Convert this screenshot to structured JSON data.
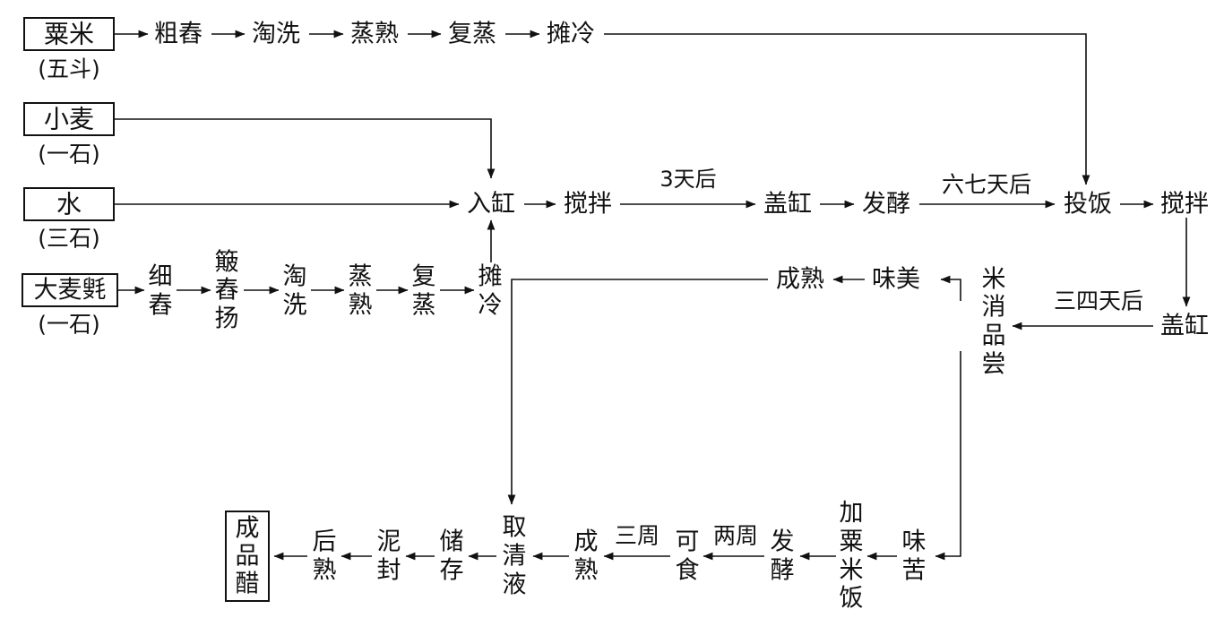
{
  "colors": {
    "ink": "#111111",
    "background": "#ffffff"
  },
  "nodes": {
    "millet": "粟米",
    "millet_qty": "(五斗)",
    "wheat": "小麦",
    "wheat_qty": "(一石)",
    "water": "水",
    "water_qty": "(三石)",
    "barley": "大麦㲣",
    "barley_qty": "(一石)",
    "m_pound": "粗舂",
    "m_wash": "淘洗",
    "m_steam": "蒸熟",
    "m_resteam": "复蒸",
    "m_cool": "摊冷",
    "b_fine": "细舂",
    "b_sift": "簸舂扬",
    "b_wash": "淘洗",
    "b_steam": "蒸熟",
    "b_resteam": "复蒸",
    "b_cool": "摊冷",
    "into_vat": "入缸",
    "stir1": "搅拌",
    "cover1": "盖缸",
    "ferment1": "发酵",
    "add_rice": "投饭",
    "stir2": "搅拌",
    "cover2": "盖缸",
    "taste": "米消品尝",
    "good_taste": "味美",
    "mature1": "成熟",
    "bitter": "味苦",
    "add_millet": "加粟米饭",
    "ferment2": "发酵",
    "edible": "可食",
    "mature2": "成熟",
    "take_liquid": "取清液",
    "store": "储存",
    "seal": "泥封",
    "post_mature": "后熟",
    "product": "成品醋"
  },
  "edge_labels": {
    "after_3_days": "3天后",
    "after_6_7_days": "六七天后",
    "after_3_4_days": "三四天后",
    "two_weeks": "两周",
    "three_weeks": "三周"
  }
}
